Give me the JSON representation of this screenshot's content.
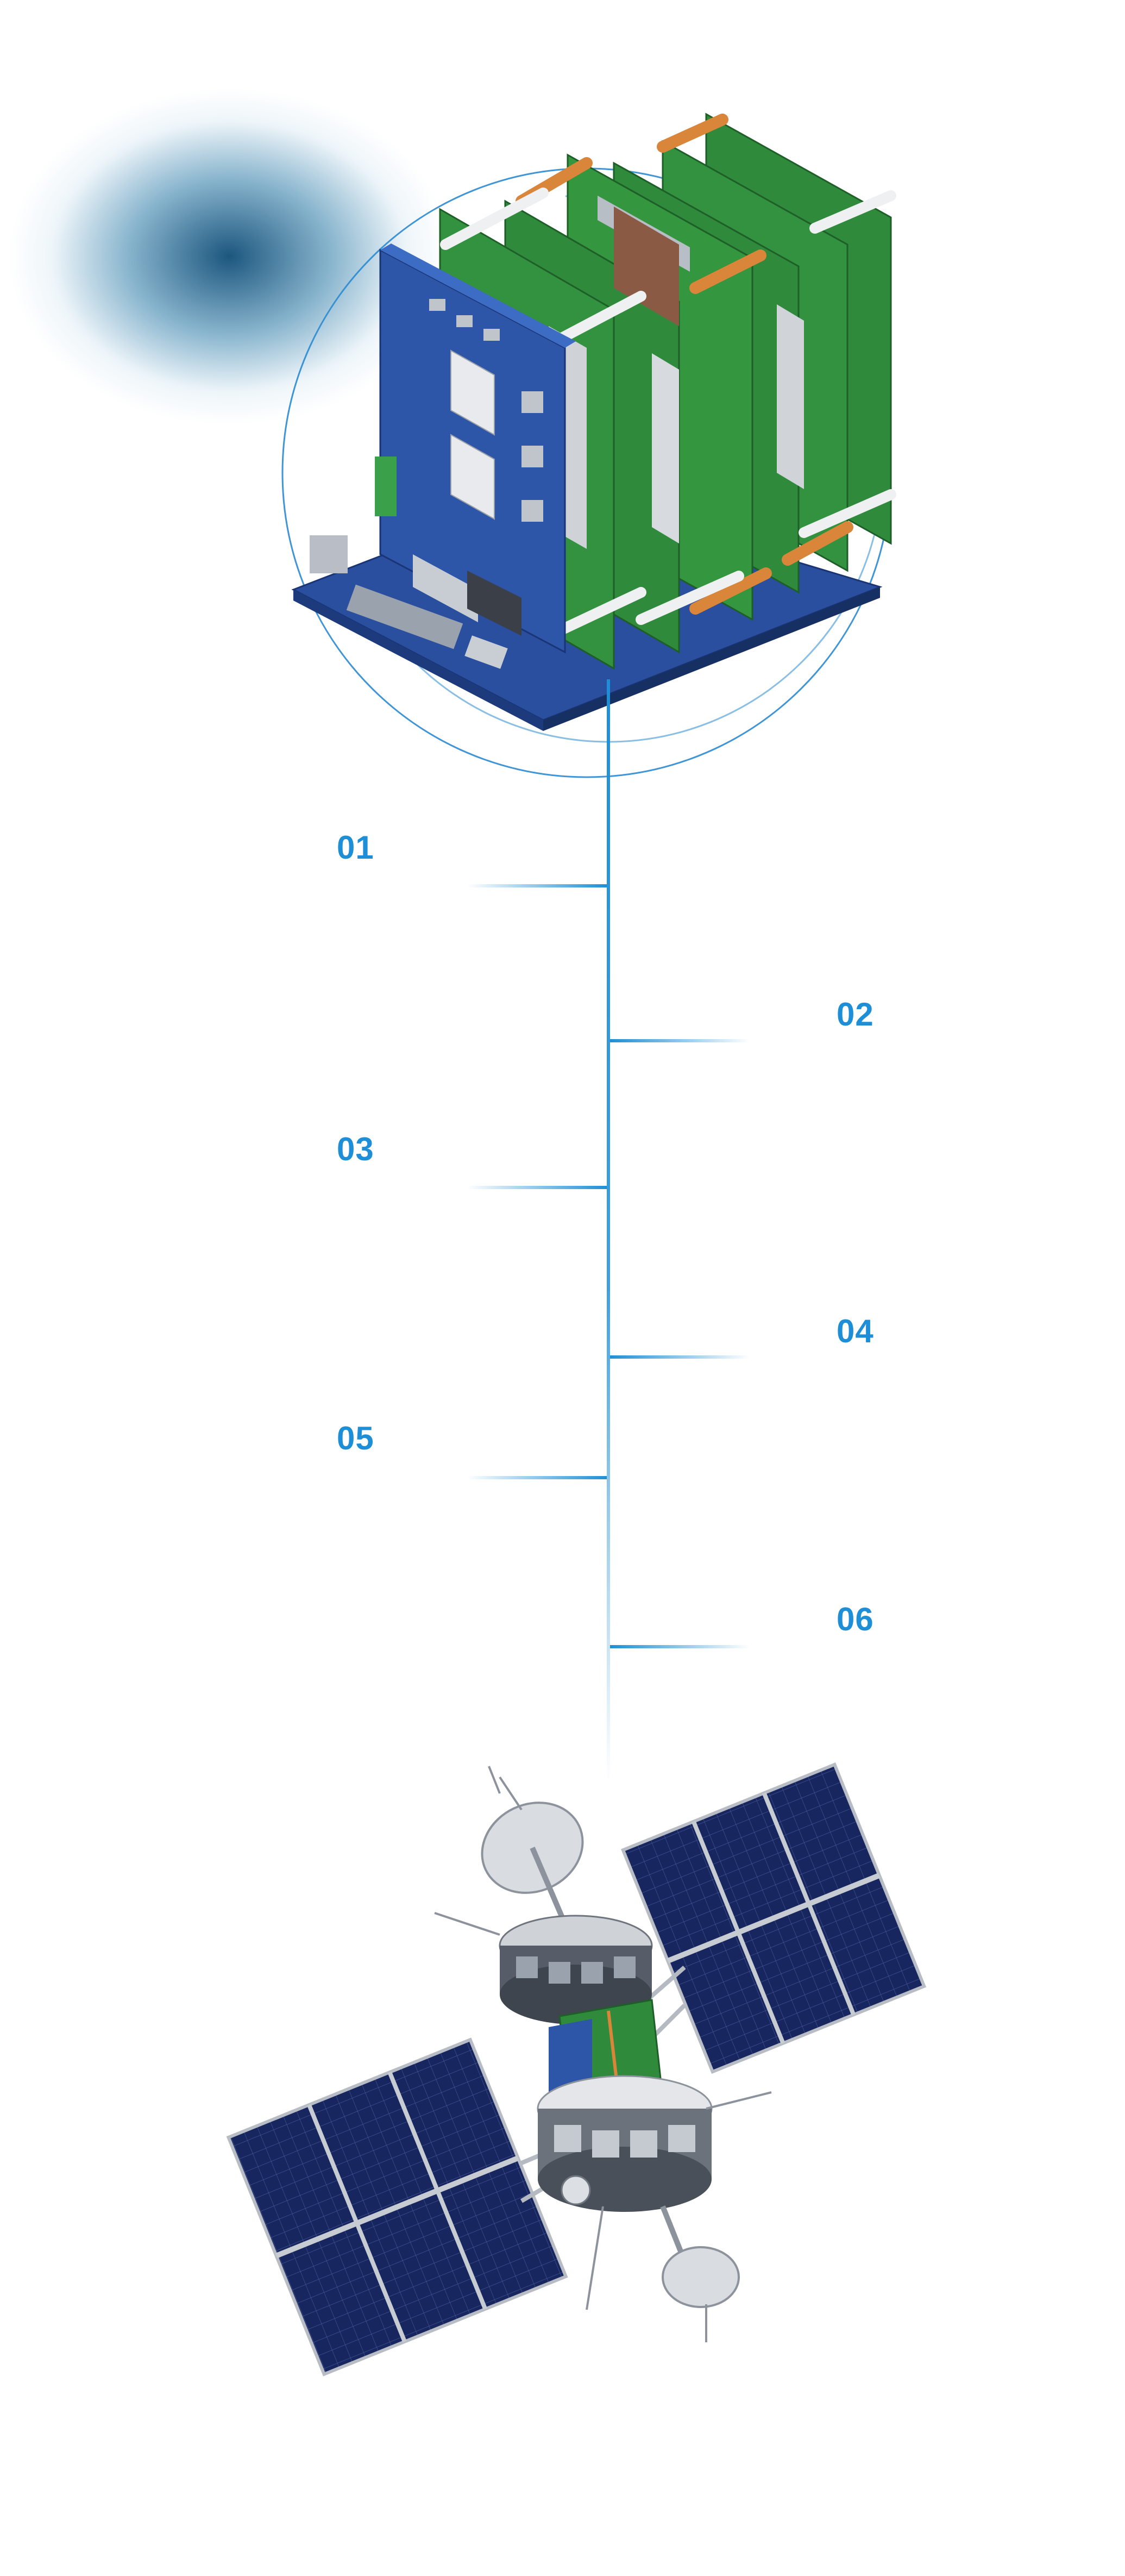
{
  "timeline": {
    "steps": [
      {
        "number": "01"
      },
      {
        "number": "02"
      },
      {
        "number": "03"
      },
      {
        "number": "04"
      },
      {
        "number": "05"
      },
      {
        "number": "06"
      }
    ]
  },
  "colors": {
    "accent": "#1e8fd6",
    "board_green": "#2f8a3c",
    "board_blue": "#2d56a8",
    "panel_navy": "#14225a"
  },
  "images": {
    "top": "electronics-board-stack-hero",
    "bottom": "satellite-exploded-view"
  }
}
